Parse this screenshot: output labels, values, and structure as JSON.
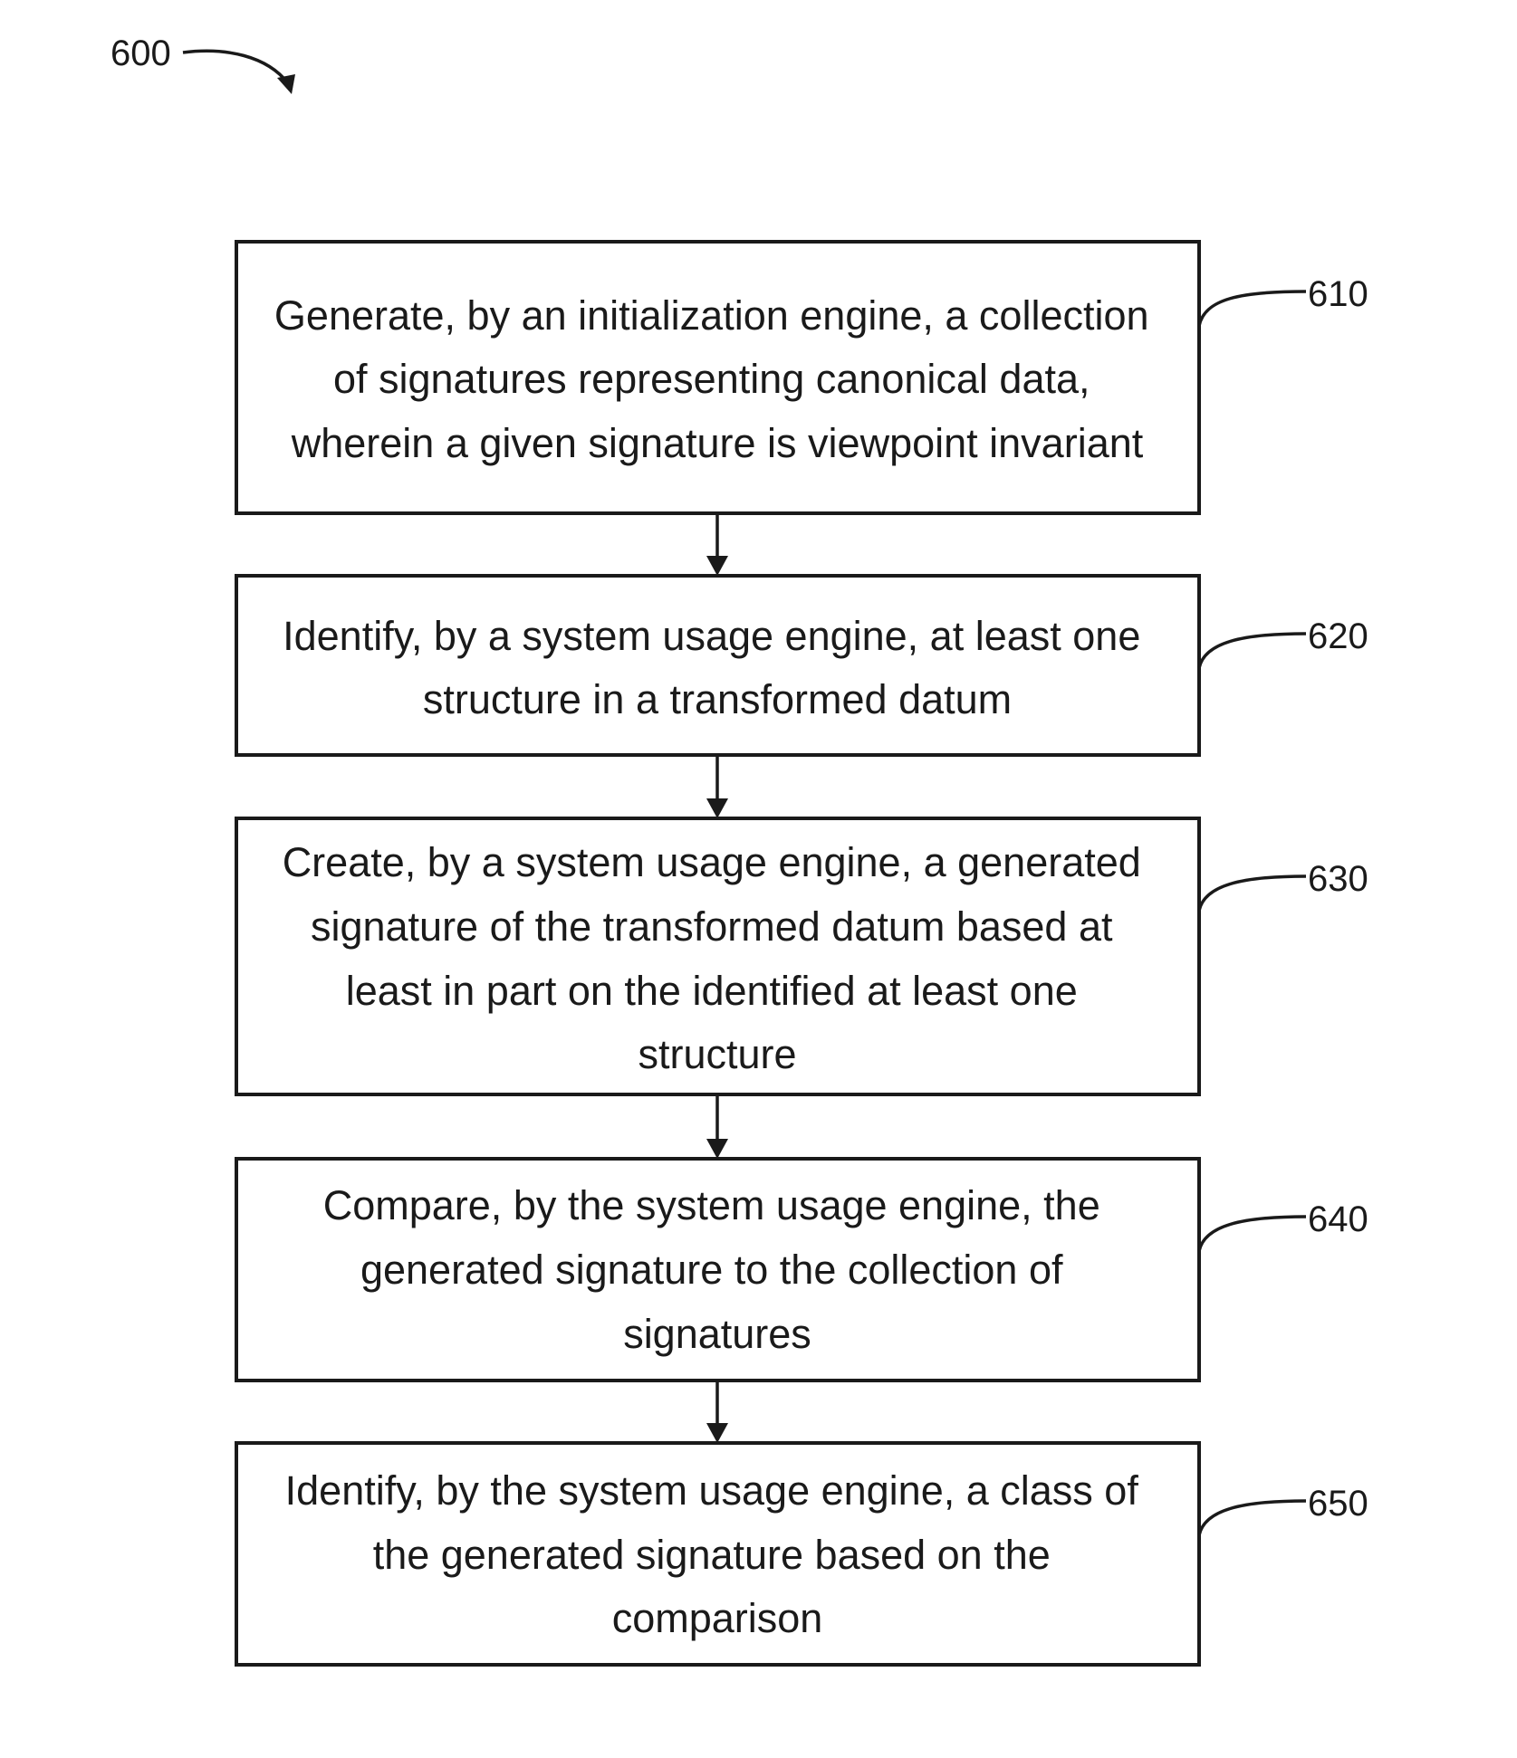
{
  "figure_ref": "600",
  "steps": [
    {
      "ref": "610",
      "lines": [
        "Generate, by an initialization engine, a collection",
        "of signatures representing canonical data,",
        "wherein a given signature is viewpoint invariant"
      ]
    },
    {
      "ref": "620",
      "lines": [
        "Identify, by a system usage engine, at least one",
        "structure in a transformed datum"
      ]
    },
    {
      "ref": "630",
      "lines": [
        "Create, by a system usage engine, a generated",
        "signature of the transformed datum based at",
        "least in part on the identified at least one",
        "structure"
      ]
    },
    {
      "ref": "640",
      "lines": [
        "Compare, by the system usage engine, the",
        "generated signature to the collection of",
        "signatures"
      ]
    },
    {
      "ref": "650",
      "lines": [
        "Identify, by the system usage engine, a class of",
        "the generated signature based on the",
        "comparison"
      ]
    }
  ]
}
